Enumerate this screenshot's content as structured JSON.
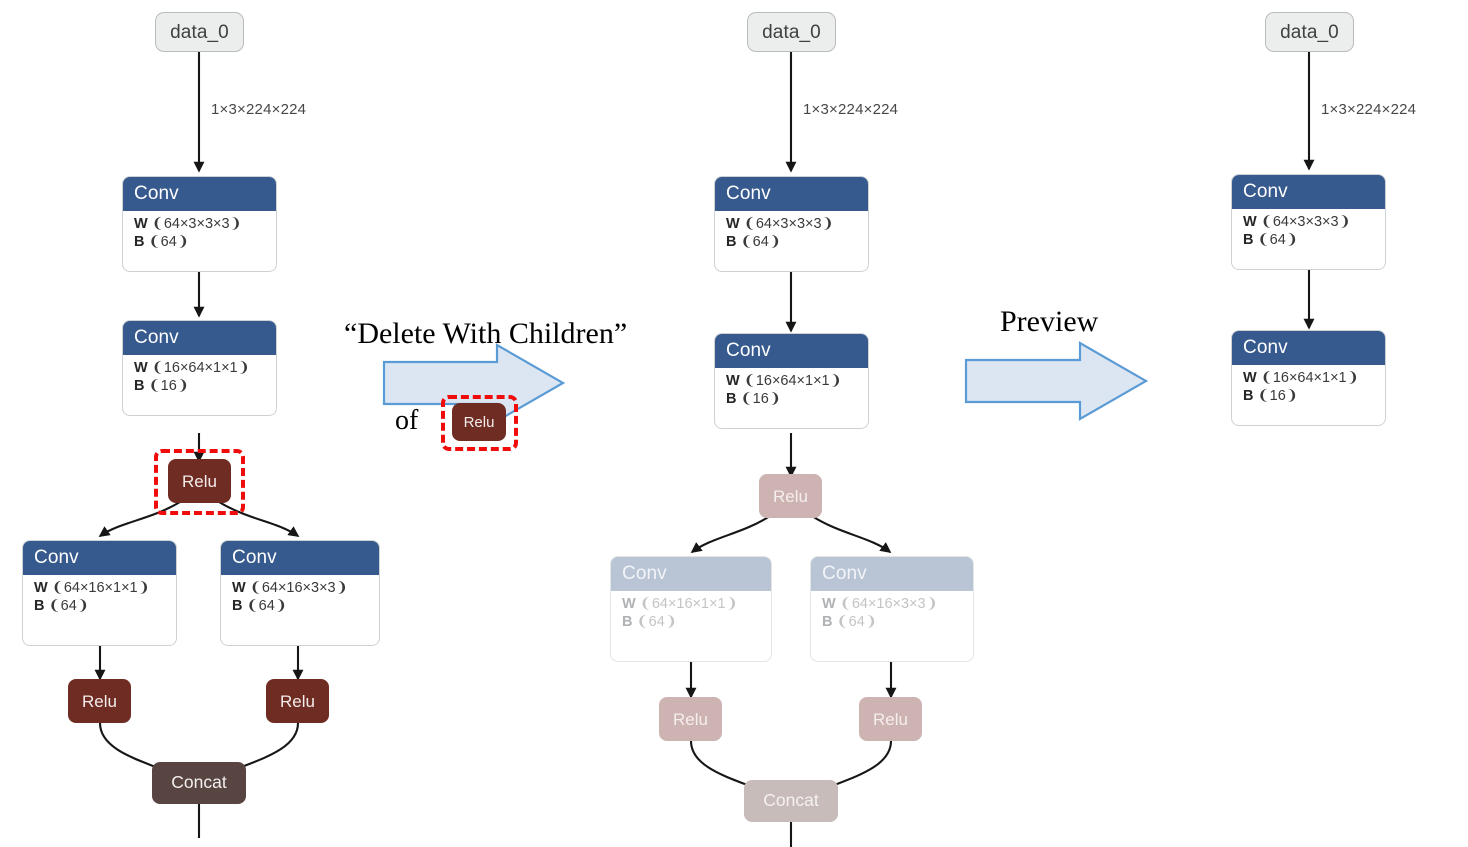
{
  "diagram": {
    "title": "Delete With Children preview of a Relu node in a neural-network graph editor",
    "colors": {
      "conv_header": "#36598e",
      "conv_header_faded": "#b9c4d5",
      "relu": "#6f2c23",
      "relu_faded": "#cdb4b2",
      "concat": "#584541",
      "concat_faded": "#c7bcb9",
      "io_node": "#eceded",
      "selection_ring": "#f10c0c",
      "arrow_fill": "#dce6f3",
      "arrow_stroke": "#5b9bd5",
      "edge": "#161616"
    }
  },
  "annotations": {
    "action_label": "“Delete With Children”",
    "of_label": "of",
    "chip_label": "Relu",
    "preview_label": "Preview"
  },
  "graphs": [
    {
      "id": "before",
      "nodes": {
        "input": {
          "label": "data_0"
        },
        "conv1": {
          "title": "Conv",
          "w_key": "W",
          "w_val": "❨64×3×3×3❩",
          "b_key": "B",
          "b_val": "❨64❩"
        },
        "conv2": {
          "title": "Conv",
          "w_key": "W",
          "w_val": "❨16×64×1×1❩",
          "b_key": "B",
          "b_val": "❨16❩"
        },
        "relu_top": {
          "label": "Relu",
          "selected": true
        },
        "conv3": {
          "title": "Conv",
          "w_key": "W",
          "w_val": "❨64×16×1×1❩",
          "b_key": "B",
          "b_val": "❨64❩"
        },
        "conv4": {
          "title": "Conv",
          "w_key": "W",
          "w_val": "❨64×16×3×3❩",
          "b_key": "B",
          "b_val": "❨64❩"
        },
        "relu_left": {
          "label": "Relu"
        },
        "relu_right": {
          "label": "Relu"
        },
        "concat": {
          "label": "Concat"
        }
      },
      "edge_labels": {
        "input_to_conv1": "1×3×224×224"
      }
    },
    {
      "id": "preview",
      "nodes": {
        "input": {
          "label": "data_0"
        },
        "conv1": {
          "title": "Conv",
          "w_key": "W",
          "w_val": "❨64×3×3×3❩",
          "b_key": "B",
          "b_val": "❨64❩"
        },
        "conv2": {
          "title": "Conv",
          "w_key": "W",
          "w_val": "❨16×64×1×1❩",
          "b_key": "B",
          "b_val": "❨16❩"
        },
        "relu_top": {
          "label": "Relu"
        },
        "conv3": {
          "title": "Conv",
          "w_key": "W",
          "w_val": "❨64×16×1×1❩",
          "b_key": "B",
          "b_val": "❨64❩"
        },
        "conv4": {
          "title": "Conv",
          "w_key": "W",
          "w_val": "❨64×16×3×3❩",
          "b_key": "B",
          "b_val": "❨64❩"
        },
        "relu_left": {
          "label": "Relu"
        },
        "relu_right": {
          "label": "Relu"
        },
        "concat": {
          "label": "Concat"
        }
      },
      "edge_labels": {
        "input_to_conv1": "1×3×224×224"
      }
    },
    {
      "id": "after",
      "nodes": {
        "input": {
          "label": "data_0"
        },
        "conv1": {
          "title": "Conv",
          "w_key": "W",
          "w_val": "❨64×3×3×3❩",
          "b_key": "B",
          "b_val": "❨64❩"
        },
        "conv2": {
          "title": "Conv",
          "w_key": "W",
          "w_val": "❨16×64×1×1❩",
          "b_key": "B",
          "b_val": "❨16❩"
        }
      },
      "edge_labels": {
        "input_to_conv1": "1×3×224×224"
      }
    }
  ]
}
